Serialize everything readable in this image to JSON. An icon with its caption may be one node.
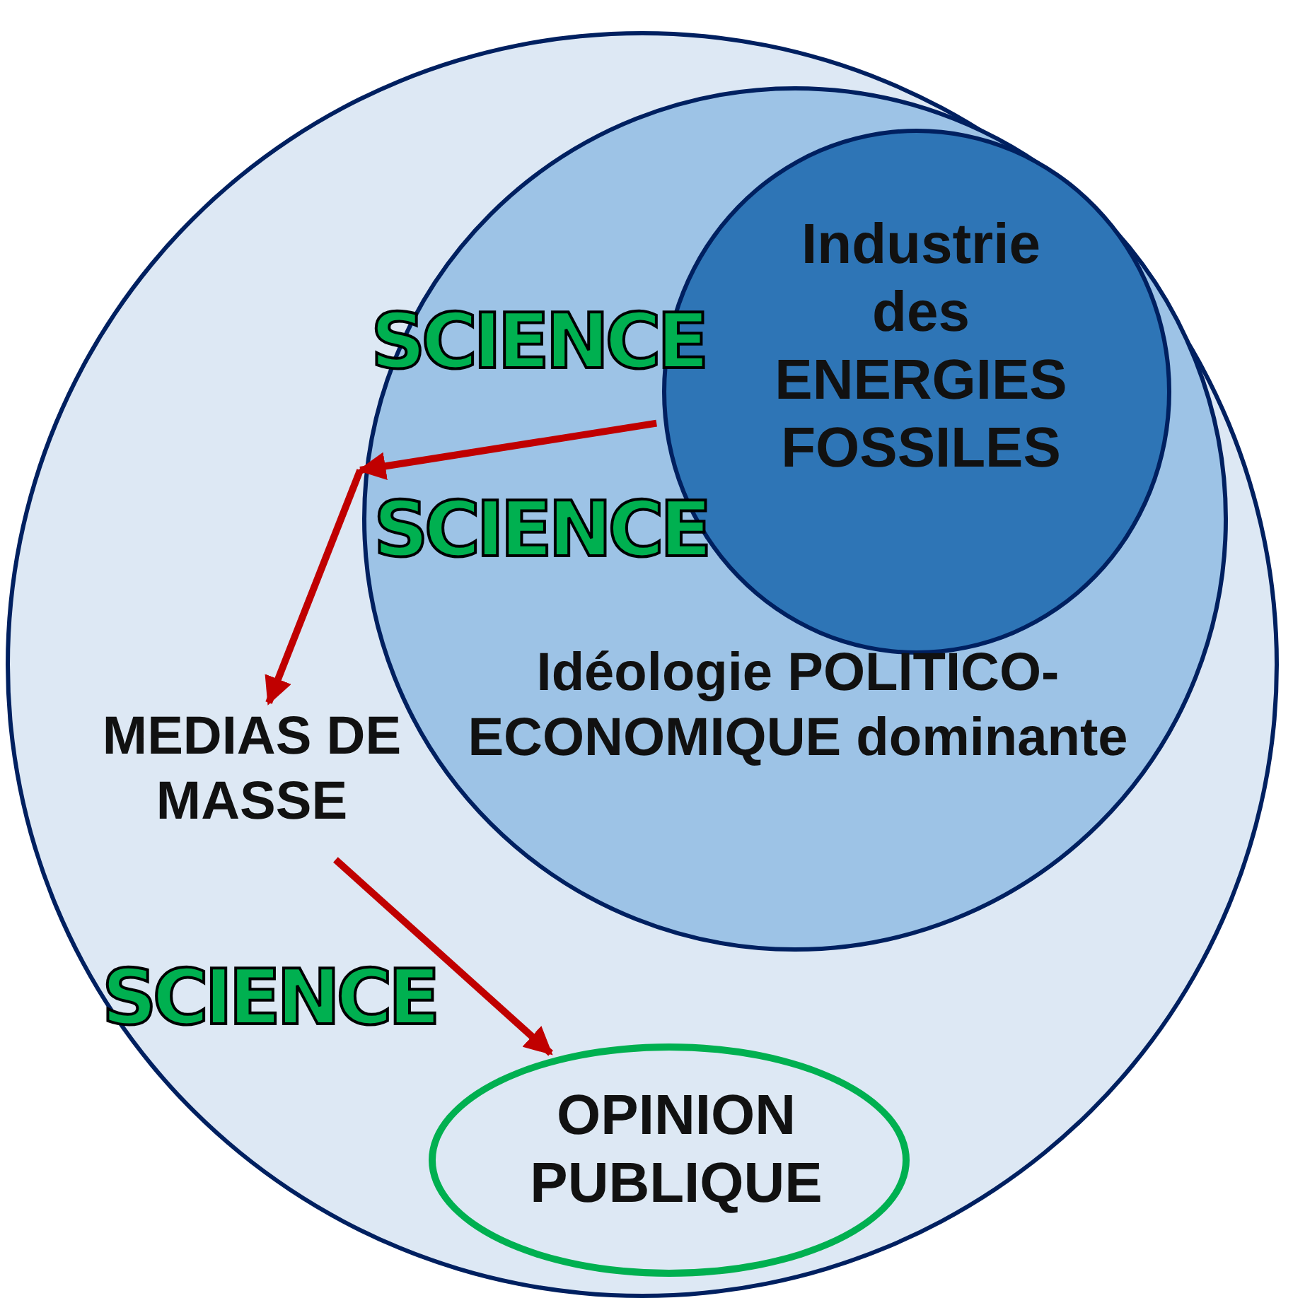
{
  "diagram": {
    "nodes": [
      {
        "text": [],
        "shape": "circle"
      },
      {
        "text": [
          "Idéologie POLITICO-ECONOMIQUE dominante"
        ],
        "in": 0
      },
      {
        "text": [
          "Industrie des ENERGIES FOSSILES"
        ],
        "in": 1
      },
      {
        "text": [
          "MEDIAS DE MASSE"
        ],
        "in": 0
      },
      {
        "text": [
          "OPINION PUBLIQUE"
        ],
        "in": 0
      }
    ],
    "edges": [
      {
        "from": 2,
        "to": 1,
        "arrow": "to",
        "label": "SCIENCE"
      },
      {
        "from": 1,
        "to": 3,
        "arrow": "to",
        "label": "SCIENCE"
      },
      {
        "from": 3,
        "to": 4,
        "arrow": "to",
        "label": "SCIENCE"
      }
    ]
  }
}
